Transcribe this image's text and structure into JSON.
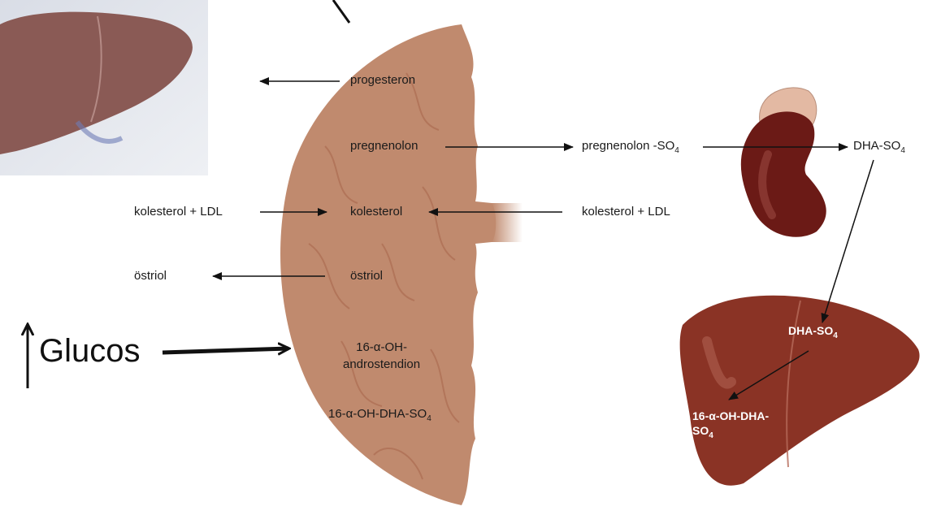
{
  "placenta": {
    "progesterone": "progesteron",
    "pregnenolone": "pregnenolon",
    "cholesterol": "kolesterol",
    "estriol": "östriol",
    "oh_androstenedione_line1": "16-α-OH-",
    "oh_androstenedione_line2": "androstendion",
    "oh_dha_so4": "16-α-OH-DHA-SO",
    "oh_dha_so4_sub": "4"
  },
  "maternal": {
    "cholesterol_ldl": "kolesterol + LDL",
    "estriol": "östriol"
  },
  "fetal": {
    "pregnenolone_so4": "pregnenolon -SO",
    "pregnenolone_so4_sub": "4",
    "cholesterol_ldl": "kolesterol + LDL",
    "dha_so4": "DHA-SO",
    "dha_so4_sub": "4"
  },
  "fetal_liver": {
    "dha_so4": "DHA-SO",
    "dha_so4_sub": "4",
    "oh_dha_so4_line1": "16-α-OH-DHA-",
    "oh_dha_so4_line2": "SO",
    "oh_dha_so4_line2_sub": "4"
  },
  "annotation": {
    "glucose": "Glucos"
  },
  "colors": {
    "placenta": "#c08a6e",
    "placenta_vessel": "#a8684d",
    "kidney": "#6b1a16",
    "adrenal_cap": "#e3b9a3",
    "liver": "#8a3325",
    "photo_liver": "#8a5a55"
  }
}
